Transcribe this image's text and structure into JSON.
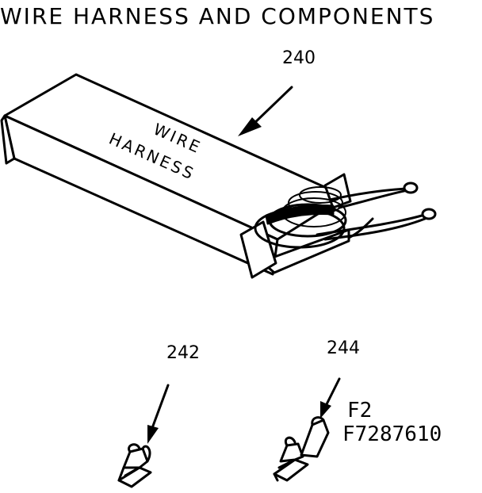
{
  "title": "WIRE HARNESS AND COMPONENTS",
  "parts": [
    {
      "id": "240",
      "label": "240",
      "box_text_line1": "WIRE",
      "box_text_line2": "HARNESS"
    },
    {
      "id": "242",
      "label": "242"
    },
    {
      "id": "244",
      "label": "244"
    }
  ],
  "codes": {
    "line1": "F2",
    "line2": "F7287610"
  },
  "colors": {
    "ink": "#000000",
    "paper": "#ffffff"
  }
}
